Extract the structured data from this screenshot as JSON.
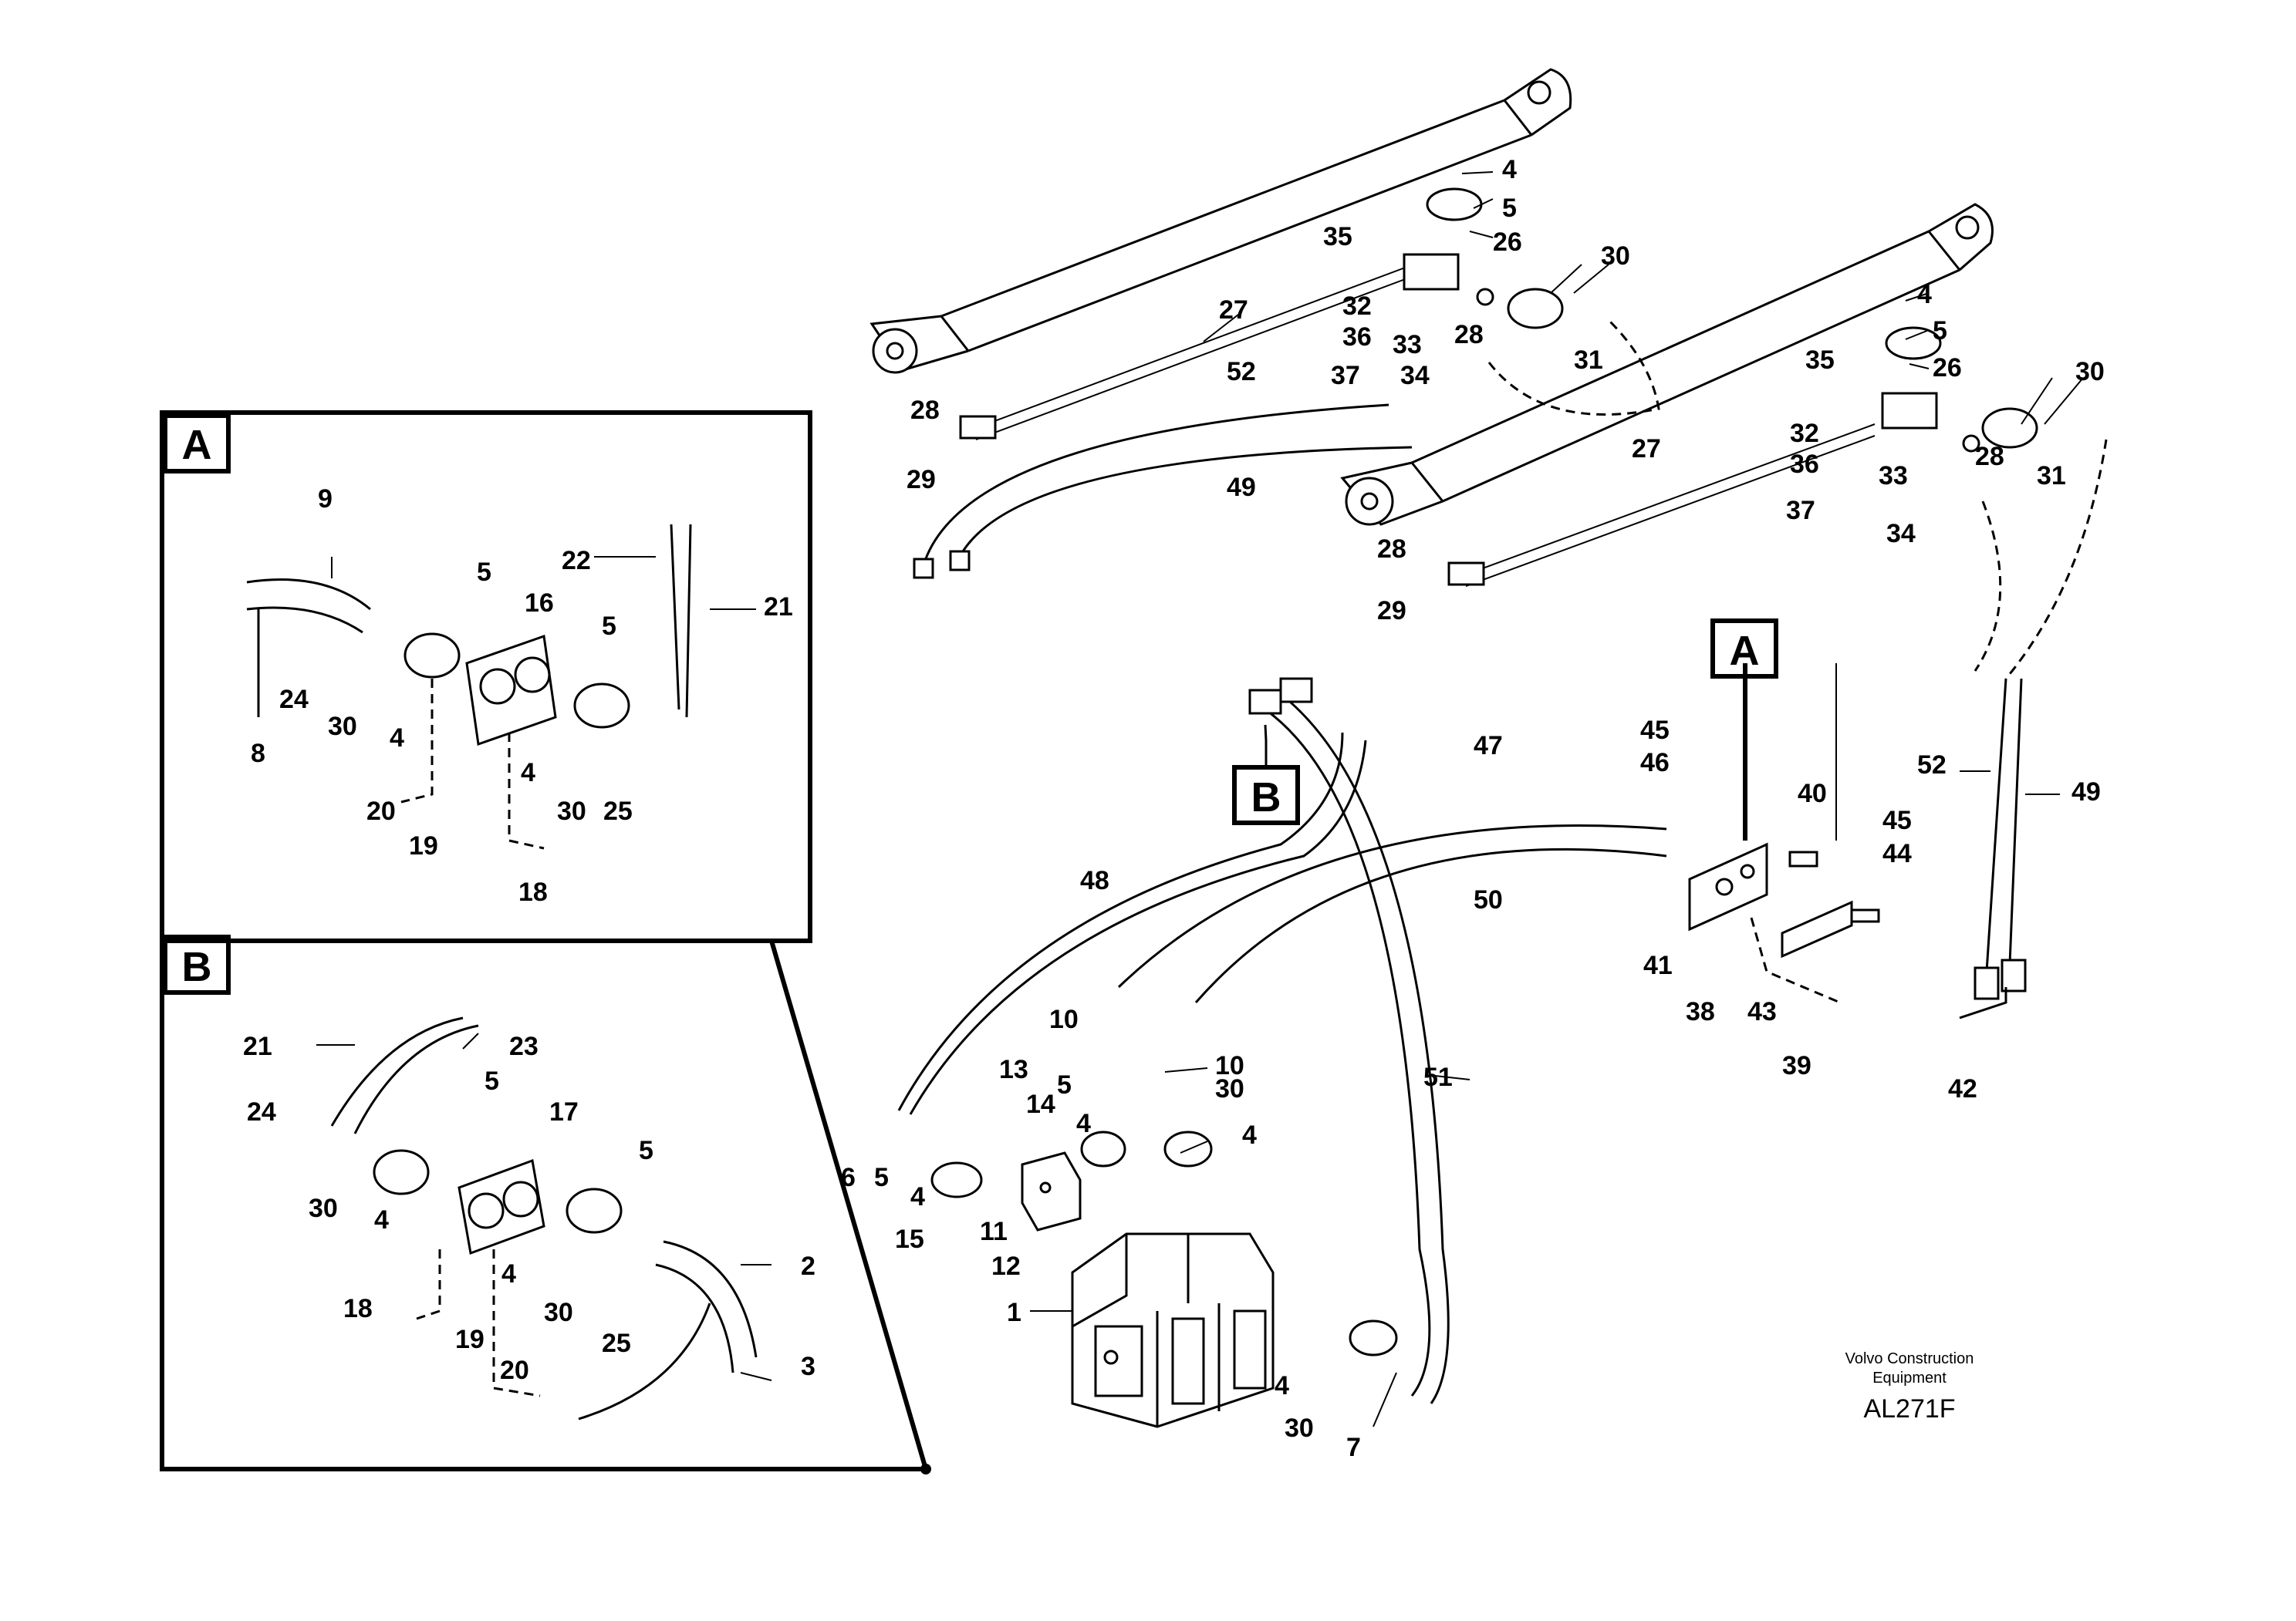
{
  "detail_labels": {
    "a": "A",
    "b": "B"
  },
  "callouts": [
    "4",
    "5",
    "35",
    "26",
    "30",
    "27",
    "32",
    "36",
    "33",
    "28",
    "37",
    "34",
    "31",
    "4",
    "5",
    "35",
    "26",
    "30",
    "28",
    "52",
    "49",
    "28",
    "29",
    "32",
    "36",
    "33",
    "37",
    "34",
    "31",
    "27",
    "28",
    "29",
    "A",
    "45",
    "46",
    "40",
    "47",
    "B",
    "45",
    "44",
    "52",
    "49",
    "48",
    "50",
    "41",
    "38",
    "43",
    "39",
    "42",
    "10",
    "10",
    "13",
    "14",
    "5",
    "30",
    "4",
    "4",
    "6",
    "5",
    "4",
    "15",
    "11",
    "12",
    "51",
    "1",
    "4",
    "30",
    "7",
    "9",
    "5",
    "16",
    "22",
    "21",
    "5",
    "24",
    "30",
    "4",
    "4",
    "8",
    "20",
    "19",
    "30",
    "25",
    "18",
    "21",
    "23",
    "5",
    "17",
    "5",
    "24",
    "30",
    "4",
    "2",
    "4",
    "18",
    "30",
    "19",
    "25",
    "20",
    "3"
  ],
  "footer": {
    "company_line1": "Volvo Construction",
    "company_line2": "Equipment",
    "drawing_code": "AL271F"
  }
}
